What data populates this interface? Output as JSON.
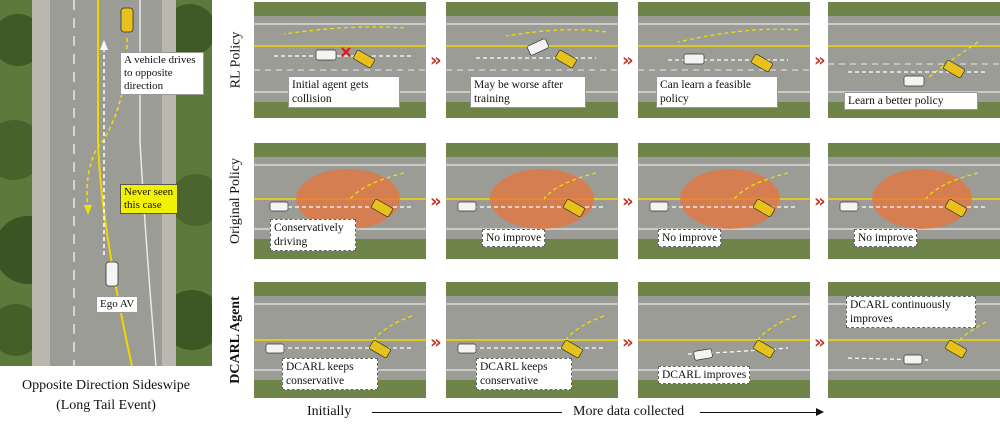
{
  "overview": {
    "annotation_opposite": "A vehicle drives to opposite direction",
    "annotation_never_seen": "Never seen this case",
    "annotation_ego": "Ego AV",
    "caption_line1": "Opposite Direction Sideswipe",
    "caption_line2": "(Long Tail Event)"
  },
  "rows": [
    {
      "label": "RL Policy",
      "panels": [
        {
          "text": "Initial agent gets collision"
        },
        {
          "text": "May be worse after training"
        },
        {
          "text": "Can learn a feasible policy"
        },
        {
          "text": "Learn a better policy"
        }
      ]
    },
    {
      "label": "Original Policy",
      "panels": [
        {
          "text": "Conservatively driving"
        },
        {
          "text": "No improve"
        },
        {
          "text": "No improve"
        },
        {
          "text": "No improve"
        }
      ]
    },
    {
      "label": "DCARL Agent",
      "panels": [
        {
          "text": "DCARL keeps conservative"
        },
        {
          "text": "DCARL keeps conservative"
        },
        {
          "text": "DCARL improves"
        },
        {
          "text": "DCARL continuously improves"
        }
      ]
    }
  ],
  "axis": {
    "start_label": "Initially",
    "end_label": "More data collected"
  },
  "colors": {
    "road": "#9c9c96",
    "grass": "#5d7a3c",
    "lane_yellow": "#f2d600",
    "risk_zone": "#e8743b",
    "chevron": "#c0392b",
    "ego_car": "#f4f4f4",
    "other_car": "#e8c21a"
  },
  "icons": {
    "chevron": "double-chevron-right-icon",
    "collision": "red-x-icon"
  }
}
